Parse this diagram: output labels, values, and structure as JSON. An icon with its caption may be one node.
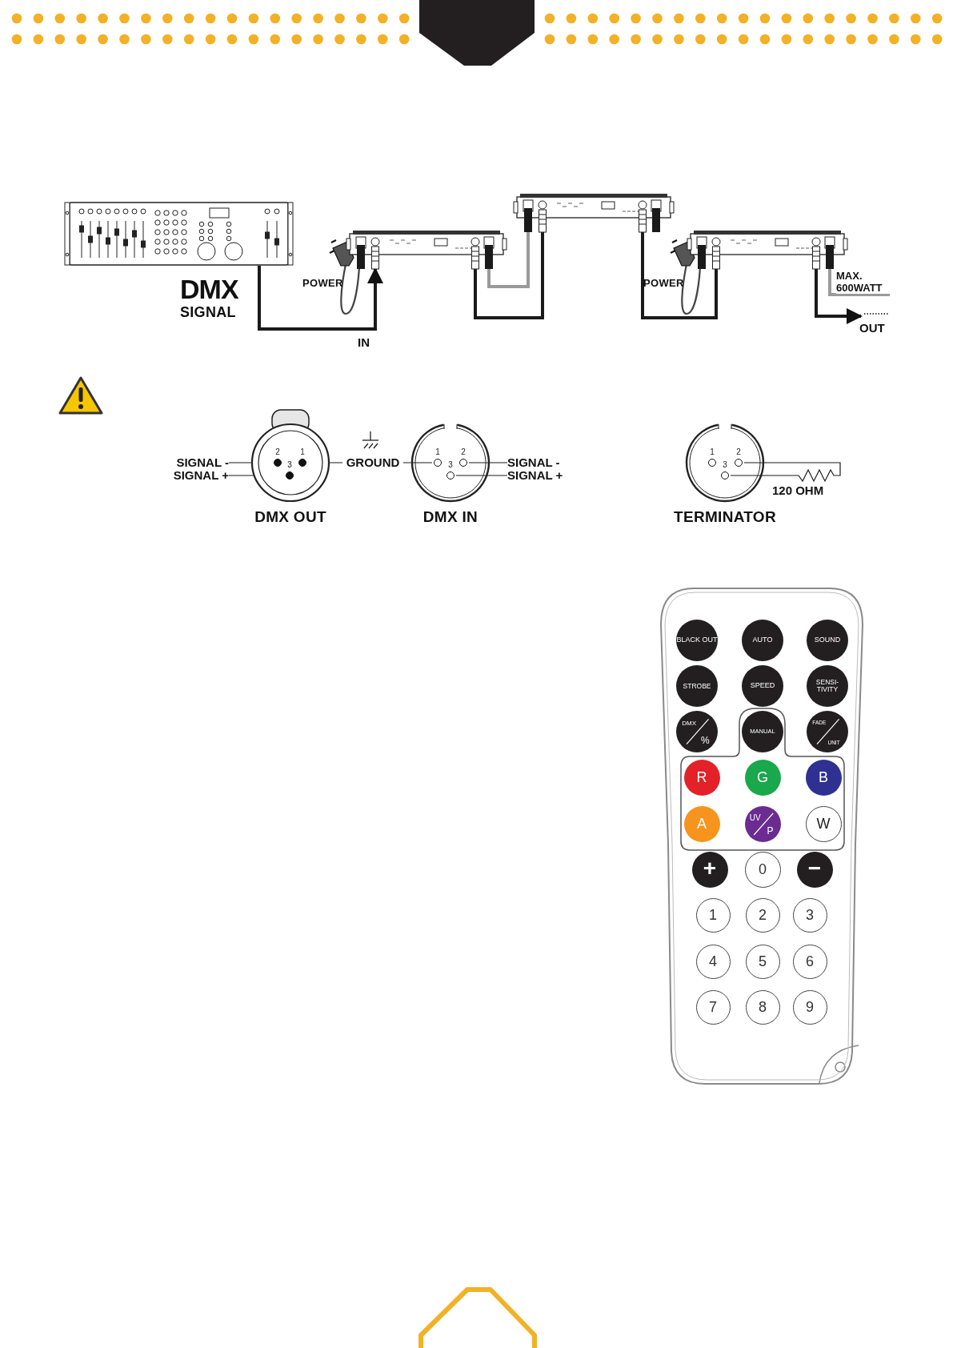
{
  "diagram": {
    "nodes": [
      {
        "text": [],
        "shape": "picture",
        "beside": [
          "DMX",
          "SIGNAL"
        ]
      },
      {
        "text": [],
        "shape": "picture",
        "beside": [
          "POWER"
        ]
      },
      {
        "text": [],
        "shape": "picture"
      },
      {
        "text": [],
        "shape": "picture",
        "beside": [
          "POWER"
        ]
      },
      {
        "text": [],
        "shape": "circle",
        "beside": [
          "DMX OUT"
        ]
      },
      {
        "text": [
          "2"
        ],
        "in": 4
      },
      {
        "text": [
          "1"
        ],
        "in": 4
      },
      {
        "text": [
          "3"
        ],
        "in": 4
      },
      {
        "text": [],
        "shape": "circle",
        "beside": [
          "DMX IN"
        ]
      },
      {
        "text": [
          "1"
        ],
        "in": 8
      },
      {
        "text": [
          "2"
        ],
        "in": 8
      },
      {
        "text": [
          "3"
        ],
        "in": 8
      },
      {
        "text": [],
        "shape": "circle",
        "beside": [
          "TERMINATOR"
        ]
      },
      {
        "text": [
          "1"
        ],
        "in": 12
      },
      {
        "text": [
          "2"
        ],
        "in": 12
      },
      {
        "text": [
          "3"
        ],
        "in": 12
      },
      {
        "text": [
          "SIGNAL -"
        ]
      },
      {
        "text": [
          "SIGNAL +"
        ]
      },
      {
        "text": [
          "GROUND"
        ]
      },
      {
        "text": [
          "SIGNAL -"
        ]
      },
      {
        "text": [
          "SIGNAL +"
        ]
      },
      {
        "text": [],
        "shape": "box"
      },
      {
        "text": [
          "BLACK OUT"
        ],
        "in": 21
      },
      {
        "text": [
          "AUTO"
        ],
        "in": 21
      },
      {
        "text": [
          "SOUND"
        ],
        "in": 21
      },
      {
        "text": [
          "STROBE"
        ],
        "in": 21
      },
      {
        "text": [
          "SPEED"
        ],
        "in": 21
      },
      {
        "text": [
          "SENSI-TIVITY"
        ],
        "in": 21
      },
      {
        "text": [
          "DMX",
          "%"
        ],
        "in": 21
      },
      {
        "text": [],
        "shape": "box",
        "in": 21
      },
      {
        "text": [
          "MANUAL"
        ],
        "in": 29
      },
      {
        "text": [
          "FADE",
          "UNIT"
        ],
        "in": 21
      },
      {
        "text": [
          "R"
        ],
        "in": 29
      },
      {
        "text": [
          "G"
        ],
        "in": 29
      },
      {
        "text": [
          "B"
        ],
        "in": 29
      },
      {
        "text": [
          "A"
        ],
        "in": 29
      },
      {
        "text": [
          "UV",
          "P"
        ],
        "in": 29
      },
      {
        "text": [
          "W"
        ],
        "in": 29
      },
      {
        "text": [
          "+"
        ],
        "in": 21
      },
      {
        "text": [
          "0"
        ],
        "in": 21
      },
      {
        "text": [
          "−"
        ],
        "in": 21
      },
      {
        "text": [
          "1"
        ],
        "in": 21
      },
      {
        "text": [
          "2"
        ],
        "in": 21
      },
      {
        "text": [
          "3"
        ],
        "in": 21
      },
      {
        "text": [
          "4"
        ],
        "in": 21
      },
      {
        "text": [
          "5"
        ],
        "in": 21
      },
      {
        "text": [
          "6"
        ],
        "in": 21
      },
      {
        "text": [
          "7"
        ],
        "in": 21
      },
      {
        "text": [
          "8"
        ],
        "in": 21
      },
      {
        "text": [
          "9"
        ],
        "in": 21
      }
    ],
    "edges": [
      {
        "from": 0,
        "to": 1,
        "arrow": "to",
        "label": "IN",
        "style": "thick"
      },
      {
        "from": 1,
        "to": 2,
        "arrow": "none",
        "style": "thick"
      },
      {
        "from": 1,
        "to": 2,
        "arrow": "none",
        "style": "thick",
        "color": "#9a9a9a"
      },
      {
        "from": 2,
        "to": 3,
        "arrow": "none",
        "style": "thick"
      },
      {
        "from": 3,
        "to": null,
        "arrow": "to",
        "label": "OUT",
        "style": "thick"
      },
      {
        "from": 3,
        "to": null,
        "arrow": "none",
        "label": "MAX. 600WATT",
        "style": "thick",
        "color": "#9a9a9a"
      },
      {
        "from": 16,
        "to": 5,
        "arrow": "none"
      },
      {
        "from": 17,
        "to": 7,
        "arrow": "none"
      },
      {
        "from": 18,
        "to": 6,
        "arrow": "none"
      },
      {
        "from": 18,
        "to": 9,
        "arrow": "none"
      },
      {
        "from": 19,
        "to": 10,
        "arrow": "none"
      },
      {
        "from": 20,
        "to": 11,
        "arrow": "none"
      },
      {
        "from": 14,
        "to": 15,
        "arrow": "none",
        "label": "120 OHM"
      }
    ]
  }
}
